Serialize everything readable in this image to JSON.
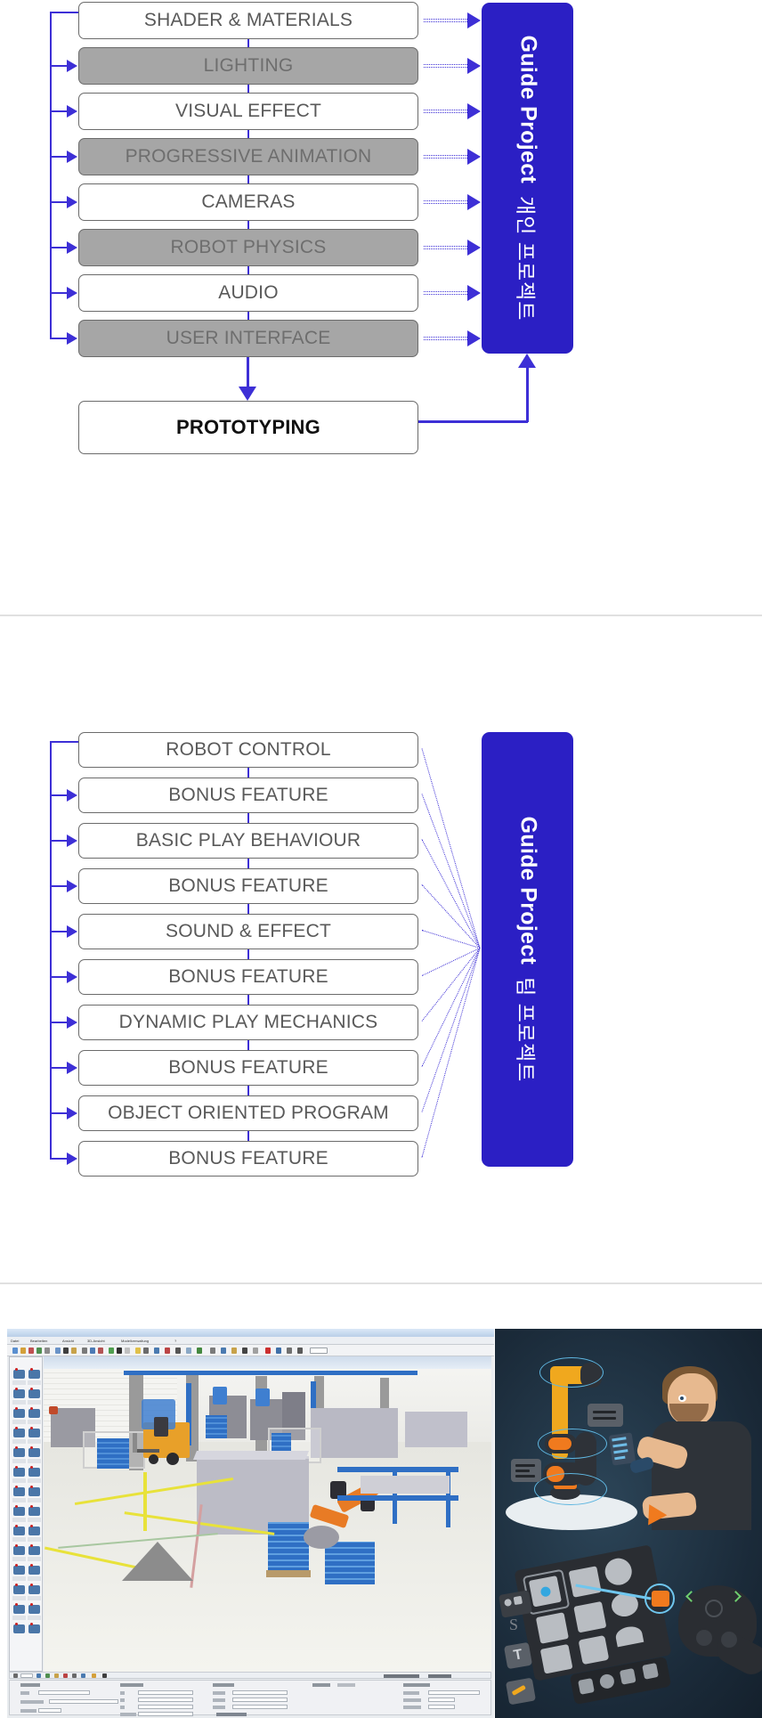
{
  "page": {
    "background": "#ffffff",
    "accent_blue": "#2b1fc4",
    "line_blue": "#3d2fd6",
    "filled_node_gray": "#a6a6a6",
    "node_text_gray": "#595959",
    "divider_gray": "#e0e0e0"
  },
  "diagram1": {
    "name": "personal-project-diagram",
    "nodes": [
      {
        "label": "SHADER & MATERIALS",
        "filled": false
      },
      {
        "label": "LIGHTING",
        "filled": true
      },
      {
        "label": "VISUAL EFFECT",
        "filled": false
      },
      {
        "label": "PROGRESSIVE ANIMATION",
        "filled": true
      },
      {
        "label": "CAMERAS",
        "filled": false
      },
      {
        "label": "ROBOT PHYSICS",
        "filled": true
      },
      {
        "label": "AUDIO",
        "filled": false
      },
      {
        "label": "USER INTERFACE",
        "filled": true
      }
    ],
    "outcome": {
      "label": "PROTOTYPING"
    },
    "panel": {
      "korean": "개인 프로젝트",
      "english": "Guide Project"
    }
  },
  "diagram2": {
    "name": "team-project-diagram",
    "nodes": [
      {
        "label": "ROBOT CONTROL",
        "filled": false
      },
      {
        "label": "BONUS FEATURE",
        "filled": false
      },
      {
        "label": "BASIC PLAY BEHAVIOUR",
        "filled": false
      },
      {
        "label": "BONUS FEATURE",
        "filled": false
      },
      {
        "label": "SOUND & EFFECT",
        "filled": false
      },
      {
        "label": "BONUS FEATURE",
        "filled": false
      },
      {
        "label": "DYNAMIC PLAY MECHANICS",
        "filled": false
      },
      {
        "label": "BONUS FEATURE",
        "filled": false
      },
      {
        "label": "OBJECT ORIENTED PROGRAM",
        "filled": false
      },
      {
        "label": "BONUS FEATURE",
        "filled": false
      }
    ],
    "panel": {
      "korean": "팀 프로젝트",
      "english": "Guide Project"
    }
  },
  "media": {
    "left": {
      "name": "factory-simulation-cad-screenshot"
    },
    "right": {
      "name": "vr-robot-programming-illustration"
    }
  }
}
